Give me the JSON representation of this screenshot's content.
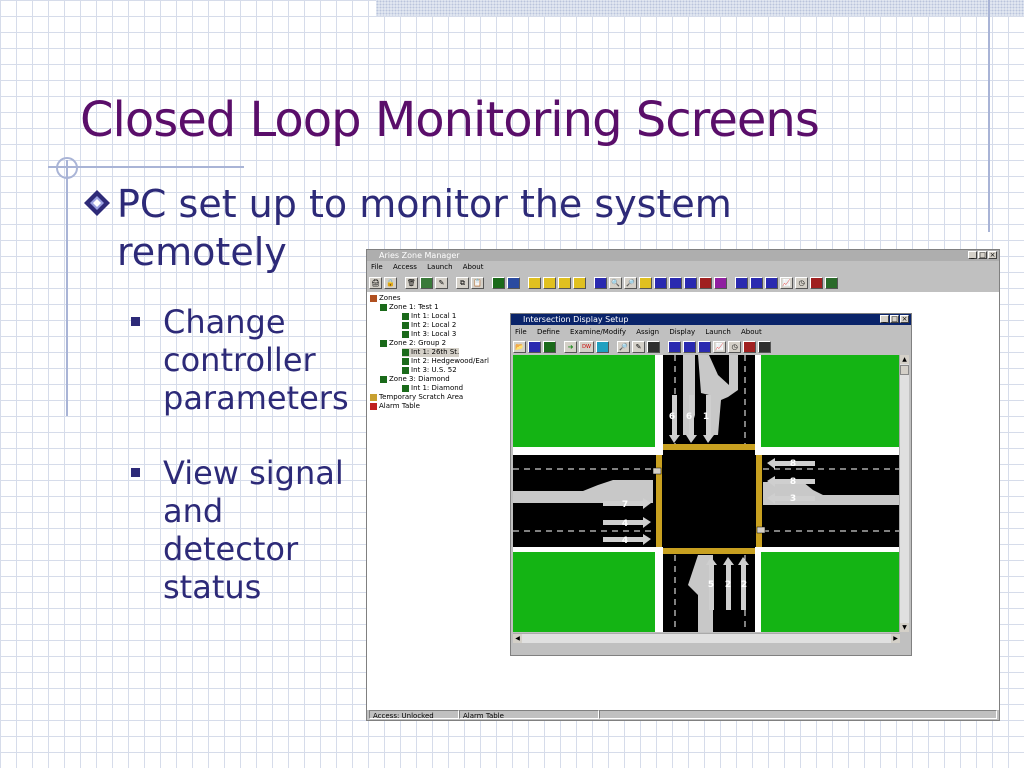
{
  "slide": {
    "title": "Closed Loop Monitoring Screens",
    "bullet": "PC set up to monitor the system remotely",
    "subbullets": [
      "Change controller parameters",
      "View signal and detector status"
    ]
  },
  "colors": {
    "title": "#5a0e6a",
    "text": "#2d2a78",
    "grass": "#14b414",
    "road": "#000000"
  },
  "zone_manager": {
    "title": "Aries Zone Manager",
    "menu": [
      "File",
      "Access",
      "Launch",
      "About"
    ],
    "tree": [
      {
        "label": "Zones"
      },
      {
        "label": "Zone   1: Test 1"
      },
      {
        "label": "Int  1: Local 1"
      },
      {
        "label": "Int  2: Local 2"
      },
      {
        "label": "Int  3: Local 3"
      },
      {
        "label": "Zone   2: Group 2"
      },
      {
        "label": "Int  1: 26th St."
      },
      {
        "label": "Int  2: Hedgewood/Earl"
      },
      {
        "label": "Int  3: U.S. 52"
      },
      {
        "label": "Zone   3: Diamond"
      },
      {
        "label": "Int  1: Diamond"
      },
      {
        "label": "Temporary Scratch Area"
      },
      {
        "label": "Alarm Table"
      }
    ],
    "status": {
      "access": "Access: Unlocked",
      "panel": "Alarm Table"
    }
  },
  "intersection": {
    "title": "Intersection Display Setup",
    "menu": [
      "File",
      "Define",
      "Examine/Modify",
      "Assign",
      "Display",
      "Launch",
      "About"
    ],
    "toolbar_dw": "DW",
    "north_labels": [
      "6",
      "6",
      "1"
    ],
    "south_labels": [
      "5",
      "2",
      "2"
    ],
    "east_labels": [
      "8",
      "8",
      "3"
    ],
    "west_labels": [
      "7",
      "4",
      "4"
    ]
  }
}
